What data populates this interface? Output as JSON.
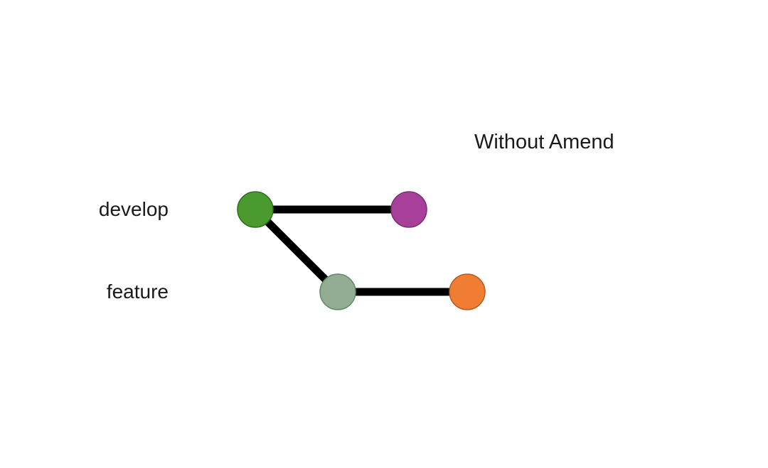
{
  "title": "Without Amend",
  "branches": {
    "develop": "develop",
    "feature": "feature"
  },
  "commits": [
    {
      "id": "c1",
      "branch": "develop",
      "color": "#4a9a2e",
      "stroke": "#2f6e1c"
    },
    {
      "id": "c2",
      "branch": "develop",
      "color": "#a8409a",
      "stroke": "#7d2d72"
    },
    {
      "id": "c3",
      "branch": "feature",
      "color": "#93ad95",
      "stroke": "#5f8a64"
    },
    {
      "id": "c4",
      "branch": "feature",
      "color": "#f07d32",
      "stroke": "#b55a1f"
    }
  ],
  "edges": [
    {
      "from": "c1",
      "to": "c2"
    },
    {
      "from": "c1",
      "to": "c3"
    },
    {
      "from": "c3",
      "to": "c4"
    }
  ],
  "edge_color": "#000000"
}
